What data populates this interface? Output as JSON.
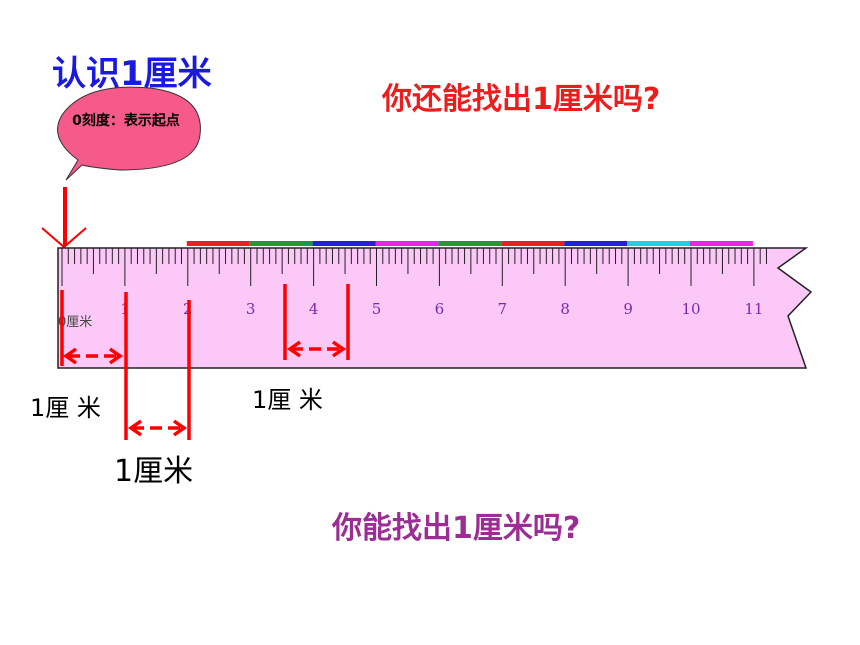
{
  "title": "认识1厘米",
  "question_top": "你还能找出1厘米吗?",
  "question_bottom": "你能找出1厘米吗?",
  "bubble": "0刻度：表示起点",
  "ruler": {
    "zero_label": "0厘米",
    "tick_labels": [
      "1",
      "2",
      "3",
      "4",
      "5",
      "6",
      "7",
      "8",
      "9",
      "10",
      "11"
    ],
    "color_bar": [
      "#e8202a",
      "#1f9a3a",
      "#2222dd",
      "#ee22ee",
      "#1f9a3a",
      "#e8202a",
      "#2222dd",
      "#22ccee",
      "#ee22ee"
    ]
  },
  "colors": {
    "ruler_fill": "#fbc8f7",
    "arrow": "#ff0000",
    "title": "#1a1adf",
    "question_top": "#ee1c1c",
    "question_bottom": "#9b2d94"
  },
  "labels": {
    "a": "1厘 米",
    "b": "1厘 米",
    "c": "1厘米"
  }
}
